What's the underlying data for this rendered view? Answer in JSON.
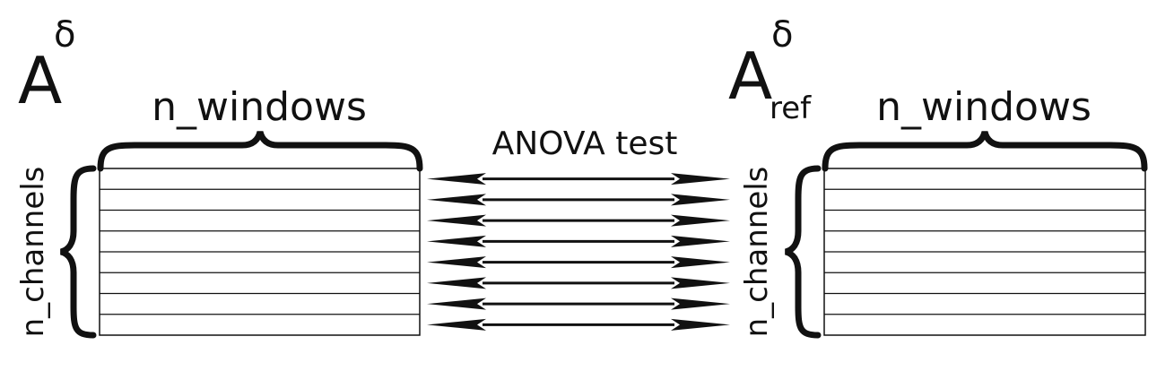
{
  "left_matrix": {
    "symbol": "A",
    "superscript": "δ",
    "subscript": "",
    "columns_label": "n_windows",
    "rows_label": "n_channels",
    "row_count": 8
  },
  "right_matrix": {
    "symbol": "A",
    "superscript": "δ",
    "subscript": "ref",
    "columns_label": "n_windows",
    "rows_label": "n_channels",
    "row_count": 8
  },
  "comparison": {
    "label": "ANOVA test",
    "arrow_count": 8
  },
  "colors": {
    "stroke": "#111111",
    "background": "#ffffff"
  }
}
